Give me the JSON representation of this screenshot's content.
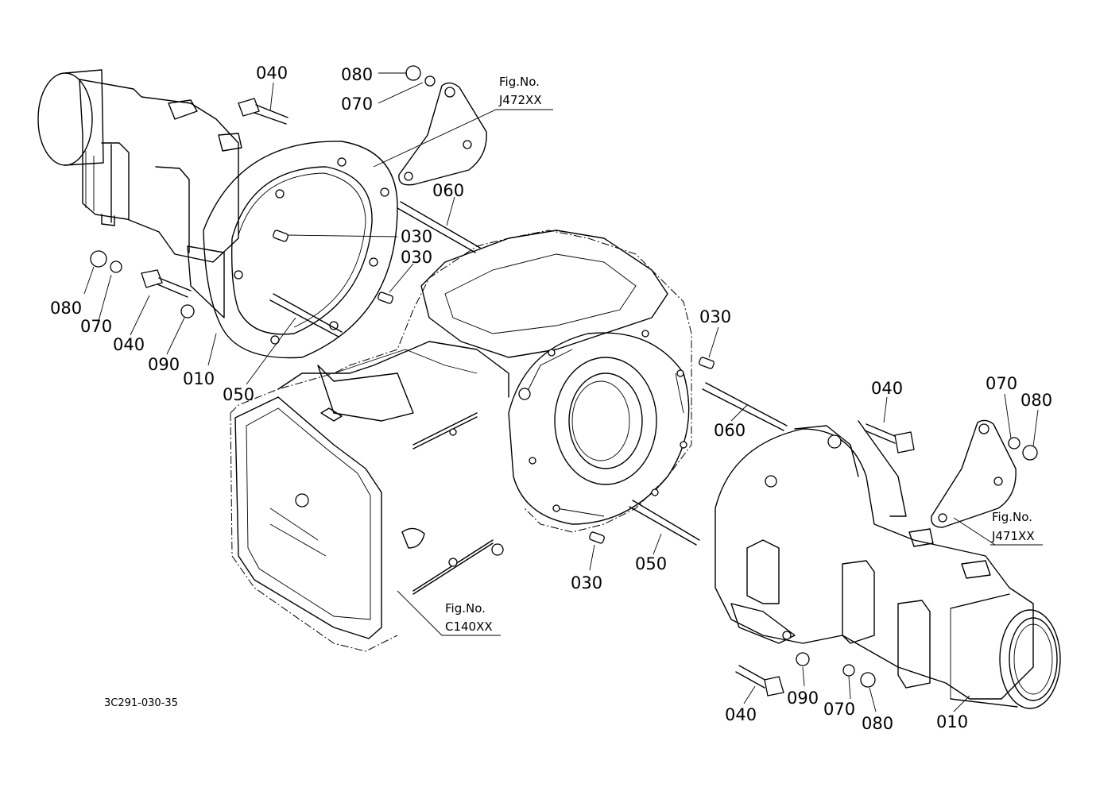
{
  "diagram_code": "3C291-030-35",
  "callouts": {
    "c040_tl": "040",
    "c080_top": "080",
    "c070_top": "070",
    "c060_top": "060",
    "c030_a": "030",
    "c030_b": "030",
    "c080_left": "080",
    "c070_left": "070",
    "c040_left": "040",
    "c090_left": "090",
    "c010_left": "010",
    "c050_left": "050",
    "c030_right": "030",
    "c060_right": "060",
    "c040_right": "040",
    "c070_right": "070",
    "c080_right": "080",
    "c030_bottom": "030",
    "c050_right": "050",
    "c040_br": "040",
    "c090_br": "090",
    "c070_br": "070",
    "c080_br": "080",
    "c010_right": "010"
  },
  "figure_refs": {
    "j472": {
      "line1": "Fig.No.",
      "line2": "J472XX"
    },
    "j471": {
      "line1": "Fig.No.",
      "line2": "J471XX"
    },
    "c140": {
      "line1": "Fig.No.",
      "line2": "C140XX"
    }
  }
}
